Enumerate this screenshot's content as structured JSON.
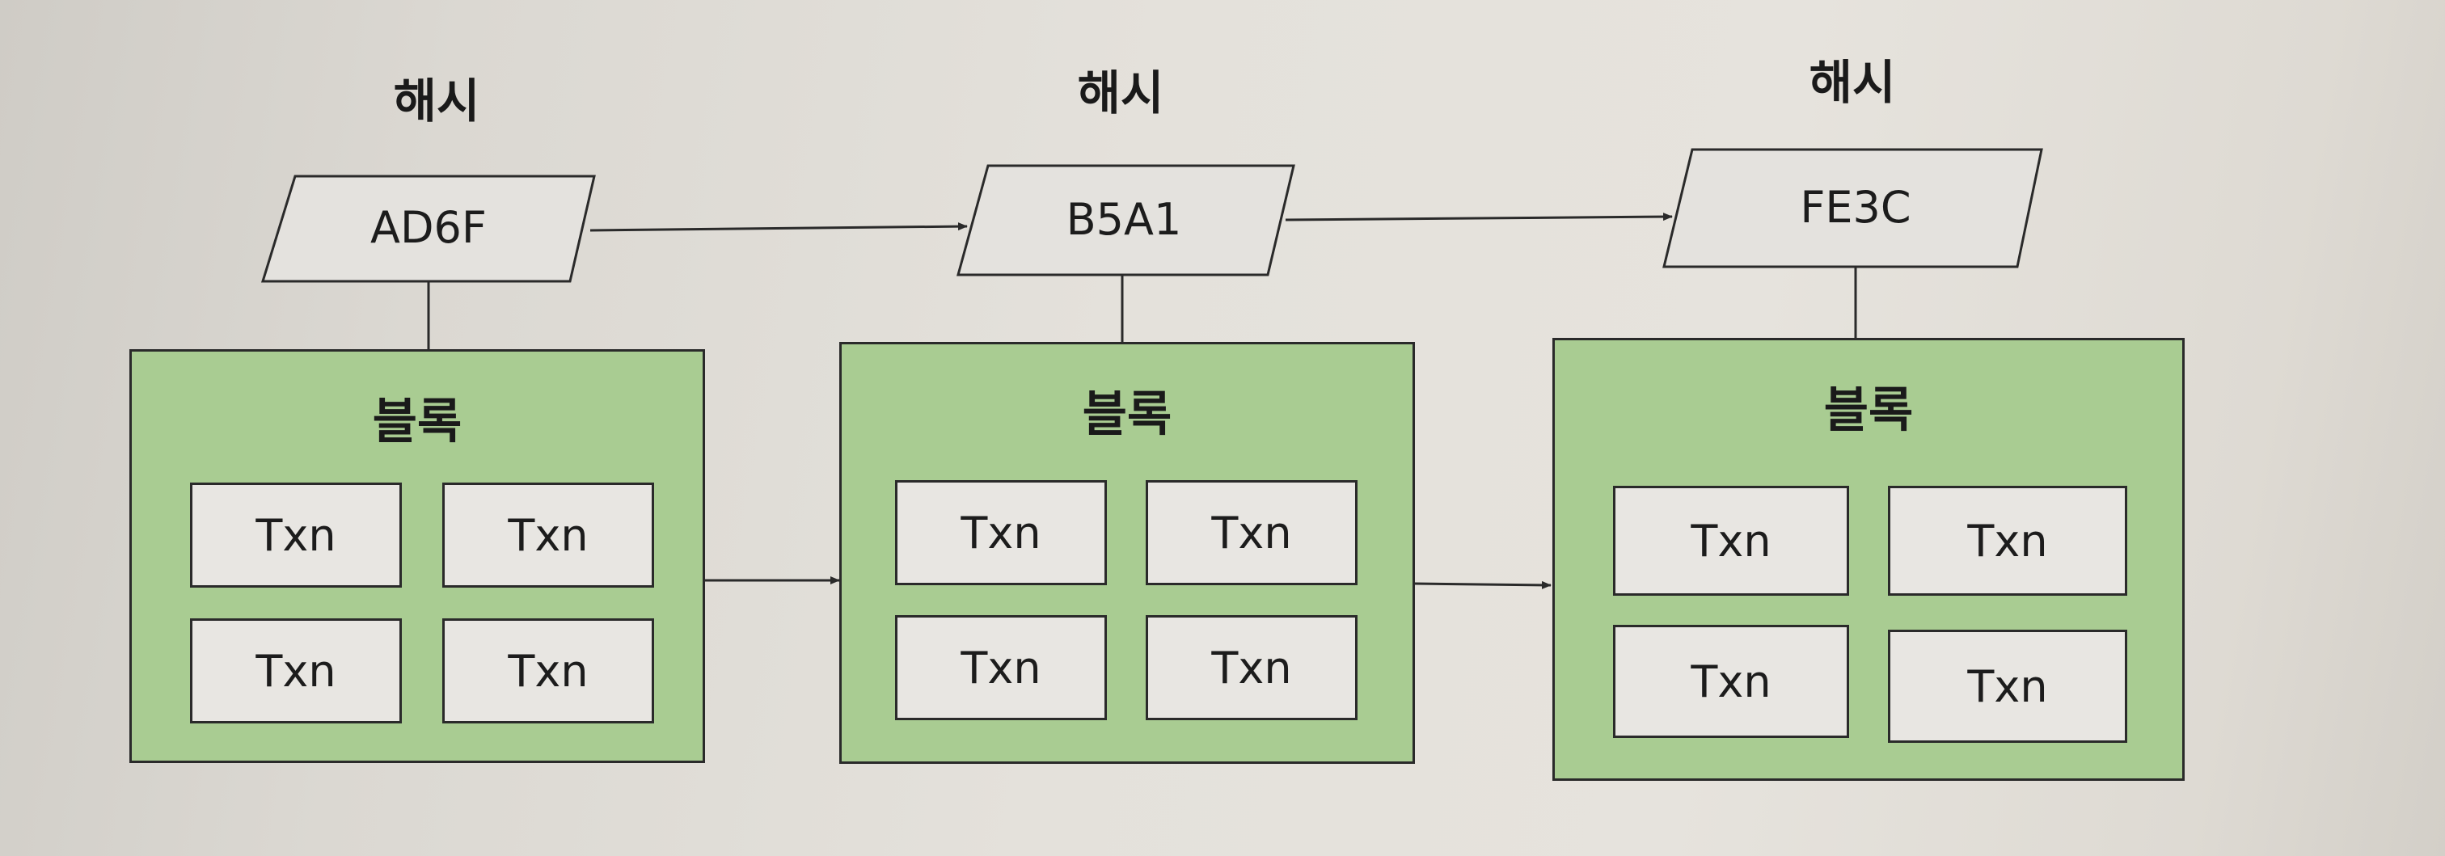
{
  "colors": {
    "block_fill": "#a9cc92",
    "txn_fill": "#e8e6e2",
    "hash_fill": "#e4e2de",
    "stroke": "#2a2a2a"
  },
  "blocks": [
    {
      "hash_title": "해시",
      "hash_value": "AD6F",
      "block_title": "블록",
      "txns": [
        "Txn",
        "Txn",
        "Txn",
        "Txn"
      ]
    },
    {
      "hash_title": "해시",
      "hash_value": "B5A1",
      "block_title": "블록",
      "txns": [
        "Txn",
        "Txn",
        "Txn",
        "Txn"
      ]
    },
    {
      "hash_title": "해시",
      "hash_value": "FE3C",
      "block_title": "블록",
      "txns": [
        "Txn",
        "Txn",
        "Txn",
        "Txn"
      ]
    }
  ]
}
